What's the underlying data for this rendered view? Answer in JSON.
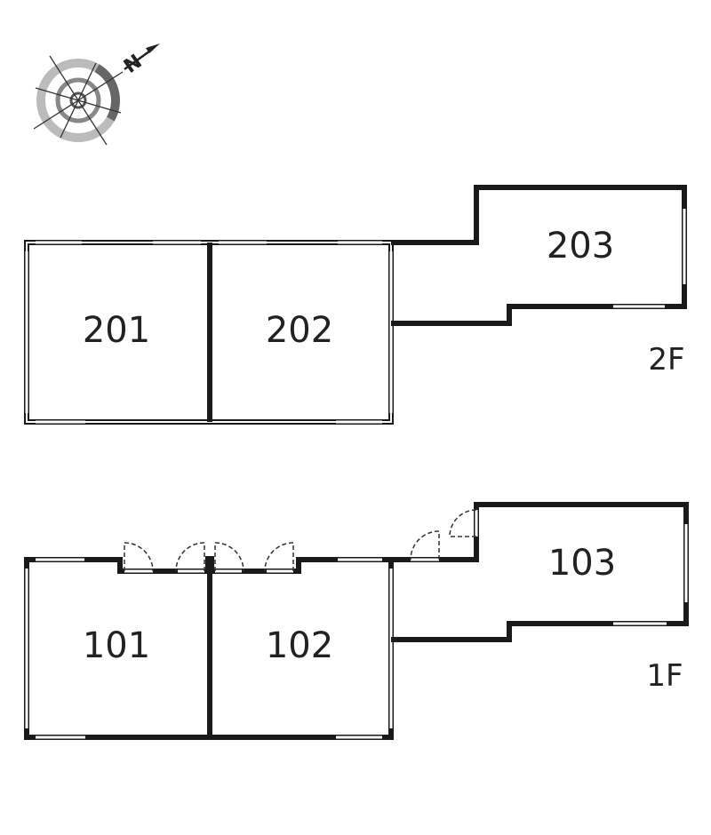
{
  "floors": [
    {
      "label": "2F",
      "rooms": [
        "201",
        "202",
        "203"
      ]
    },
    {
      "label": "1F",
      "rooms": [
        "101",
        "102",
        "103"
      ]
    }
  ],
  "compass": {
    "north_letter": "N",
    "icon": "compass-rose-icon"
  }
}
